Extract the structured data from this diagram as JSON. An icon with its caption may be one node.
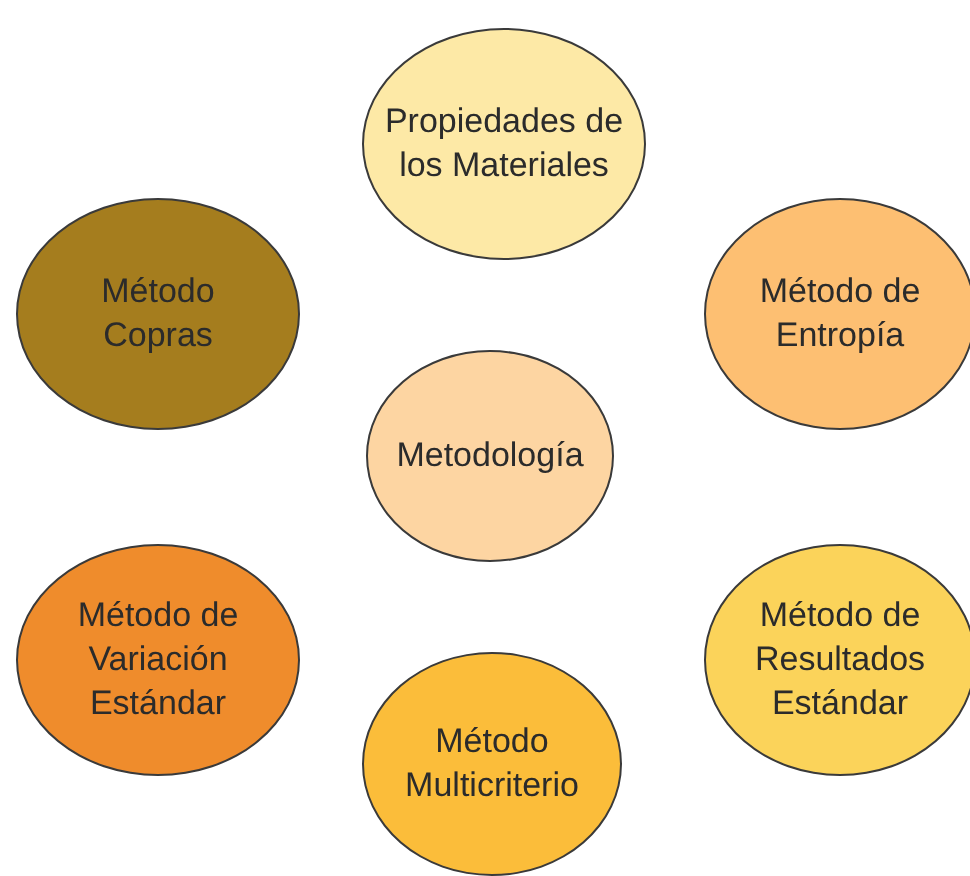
{
  "diagram": {
    "nodes": [
      {
        "text": [
          "Propiedades de los Materiales"
        ]
      },
      {
        "text": [
          "Método Copras"
        ]
      },
      {
        "text": [
          "Método de Entropía"
        ]
      },
      {
        "text": [
          "Metodología"
        ]
      },
      {
        "text": [
          "Método de Variación Estándar"
        ]
      },
      {
        "text": [
          "Método de Resultados Estándar"
        ]
      },
      {
        "text": [
          "Método Multicriterio"
        ]
      }
    ]
  }
}
